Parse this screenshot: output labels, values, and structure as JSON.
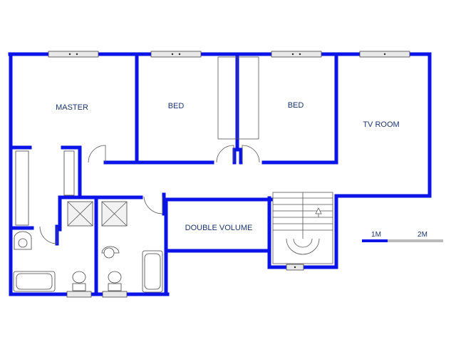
{
  "rooms": {
    "master": "MASTER",
    "bed1": "BED",
    "bed2": "BED",
    "tv_room": "TV ROOM",
    "double_volume": "DOUBLE VOLUME"
  },
  "scale_bar": {
    "label_1": "1M",
    "label_2": "2M",
    "color_first": "#0a14e6",
    "color_second": "#bbbbbb"
  },
  "colors": {
    "wall": "#0a14e6",
    "label": "#1a3570"
  }
}
